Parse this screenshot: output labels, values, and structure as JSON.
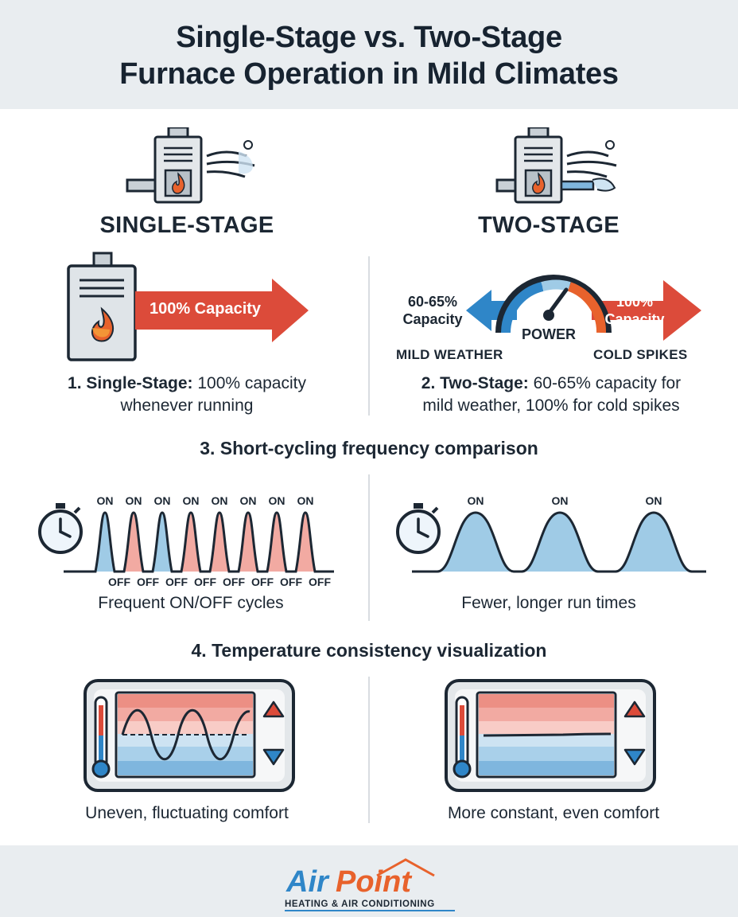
{
  "header": {
    "title_line1": "Single-Stage vs. Two-Stage",
    "title_line2": "Furnace Operation in Mild Climates"
  },
  "single_stage": {
    "label": "SINGLE-STAGE",
    "arrow_label": "100% Capacity",
    "caption_bold": "1. Single-Stage:",
    "caption_rest": " 100% capacity",
    "caption_line2": "whenever running"
  },
  "two_stage": {
    "label": "TWO-STAGE",
    "low_capacity_line1": "60-65%",
    "low_capacity_line2": "Capacity",
    "high_capacity_line1": "100%",
    "high_capacity_line2": "Capacity",
    "gauge_label": "POWER",
    "mild_weather": "MILD WEATHER",
    "cold_spikes": "COLD SPIKES",
    "caption_bold": "2. Two-Stage:",
    "caption_rest": " 60-65% capacity for",
    "caption_line2": "mild weather, 100% for cold spikes"
  },
  "cycling": {
    "title": "3. Short-cycling frequency comparison",
    "on_label": "ON",
    "off_label": "OFF",
    "single_caption": "Frequent ON/OFF cycles",
    "two_caption": "Fewer, longer run times"
  },
  "temperature": {
    "title": "4. Temperature consistency visualization",
    "single_caption": "Uneven, fluctuating comfort",
    "two_caption": "More constant, even comfort"
  },
  "logo": {
    "name_part1": "Air",
    "name_part2": "Point",
    "tagline": "HEATING & AIR CONDITIONING"
  },
  "colors": {
    "red": "#dc4b3a",
    "blue": "#2f86c8",
    "light_blue": "#9fcbe6",
    "pink": "#f2aaa2",
    "dark": "#1c2733",
    "gray": "#e9edf0",
    "orange": "#e8622c"
  }
}
